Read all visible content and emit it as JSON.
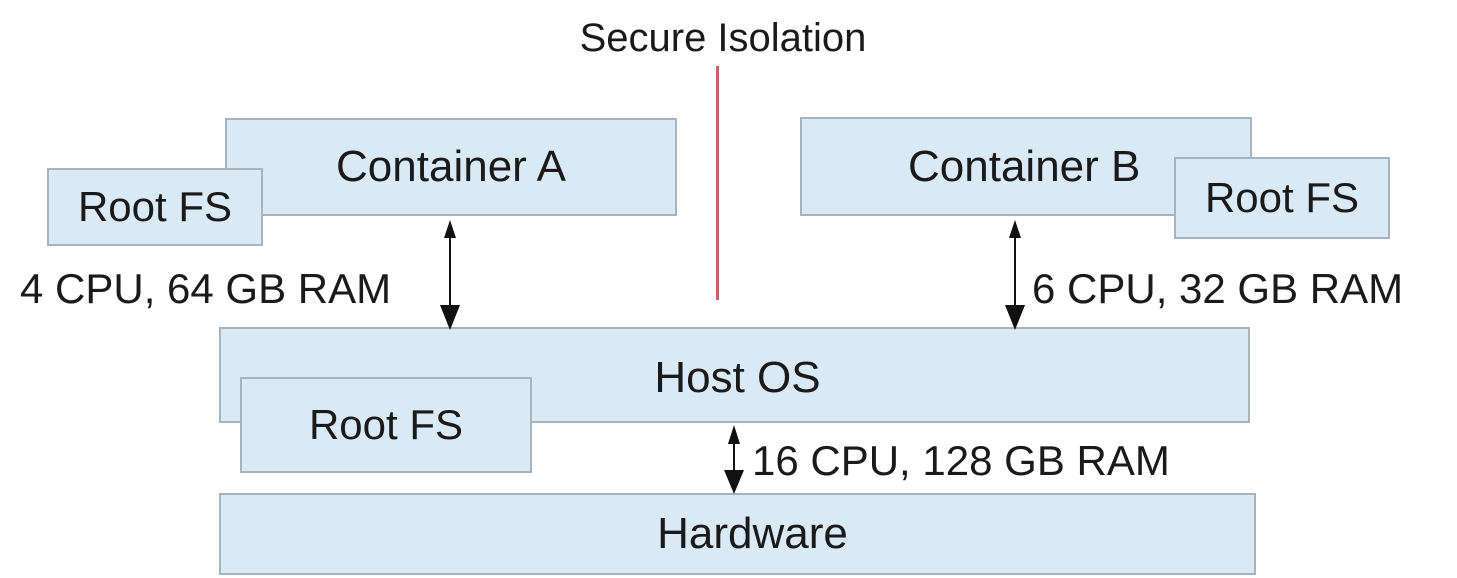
{
  "diagram": {
    "title": "Secure Isolation",
    "container_a": {
      "label": "Container A",
      "rootfs_label": "Root FS",
      "resources": "4 CPU, 64 GB RAM"
    },
    "container_b": {
      "label": "Container B",
      "rootfs_label": "Root FS",
      "resources": "6 CPU, 32 GB RAM"
    },
    "host": {
      "label": "Host OS",
      "rootfs_label": "Root FS",
      "resources": "16 CPU, 128 GB RAM"
    },
    "hardware": {
      "label": "Hardware"
    },
    "colors": {
      "box_fill": "#d9eaf6",
      "box_border": "#a9b3bc",
      "isolation_line": "#e05569",
      "text": "#1a1a1a"
    }
  }
}
